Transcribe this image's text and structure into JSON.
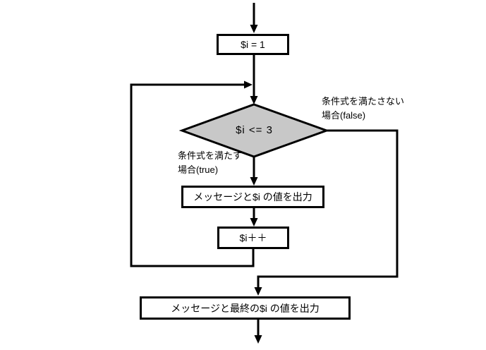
{
  "flowchart": {
    "background_color": "#ffffff",
    "line_color": "#000000",
    "diamond_fill_color": "#c8c8c8",
    "nodes": {
      "init": {
        "label": "$i = 1",
        "shape": "rectangle"
      },
      "condition": {
        "label": "$i <= 3",
        "shape": "diamond"
      },
      "output_loop": {
        "label": "メッセージと$i の値を出力",
        "shape": "rectangle"
      },
      "increment": {
        "label": "$i＋＋",
        "shape": "rectangle"
      },
      "output_final": {
        "label": "メッセージと最終の$i の値を出力",
        "shape": "rectangle"
      }
    },
    "branch_labels": {
      "false_line1": "条件式を満たさない",
      "false_line2": "場合(false)",
      "true_line1": "条件式を満たす",
      "true_line2": "場合(true)"
    }
  }
}
